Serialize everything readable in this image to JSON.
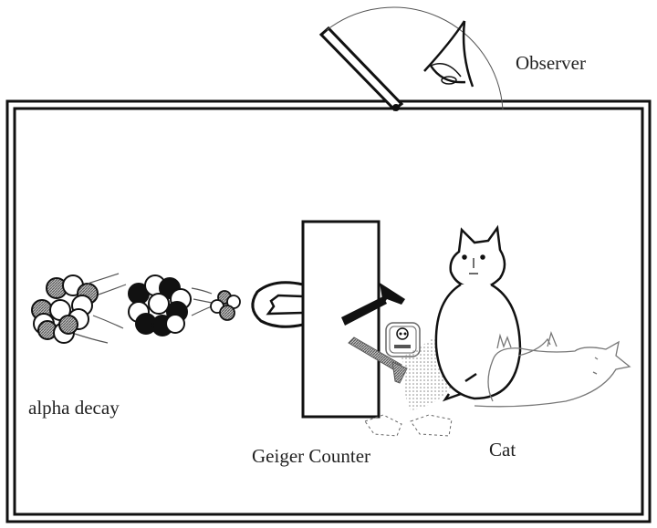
{
  "labels": {
    "observer": "Observer",
    "alpha_decay": "alpha decay",
    "geiger_counter": "Geiger Counter",
    "cat": "Cat"
  },
  "colors": {
    "ink": "#111111",
    "gray": "#888888",
    "stipple": "#9a9a9a"
  }
}
